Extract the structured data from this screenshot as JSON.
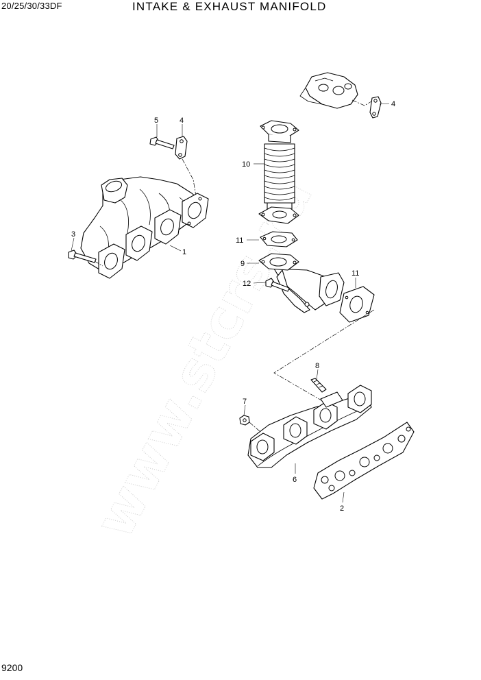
{
  "header": {
    "model": "20/25/30/33DF",
    "title": "INTAKE & EXHAUST MANIFOLD"
  },
  "footer": {
    "page_number": "9200"
  },
  "watermark": {
    "text": "www.stcrs.ru"
  },
  "callouts": [
    {
      "id": "c5",
      "label": "5"
    },
    {
      "id": "c4a",
      "label": "4"
    },
    {
      "id": "c3",
      "label": "3"
    },
    {
      "id": "c1",
      "label": "1"
    },
    {
      "id": "c4b",
      "label": "4"
    },
    {
      "id": "c10",
      "label": "10"
    },
    {
      "id": "c11a",
      "label": "11"
    },
    {
      "id": "c9",
      "label": "9"
    },
    {
      "id": "c12",
      "label": "12"
    },
    {
      "id": "c11b",
      "label": "11"
    },
    {
      "id": "c8",
      "label": "8"
    },
    {
      "id": "c7",
      "label": "7"
    },
    {
      "id": "c6",
      "label": "6"
    },
    {
      "id": "c2",
      "label": "2"
    }
  ]
}
